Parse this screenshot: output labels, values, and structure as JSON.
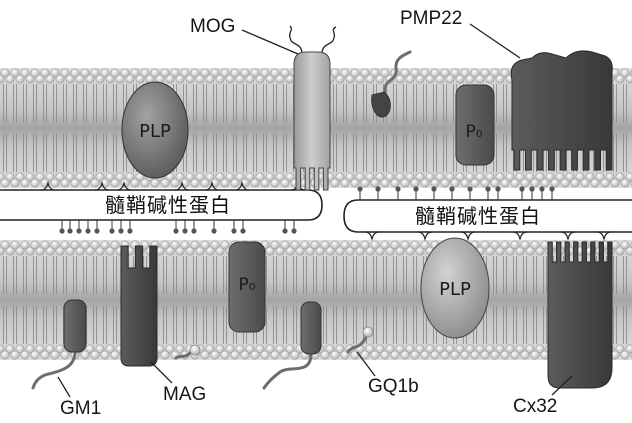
{
  "labels": {
    "mog": "MOG",
    "pmp22": "PMP22",
    "plp_top": "PLP",
    "p0_top": "P₀",
    "mbp_left": "髓鞘碱性蛋白",
    "mbp_right": "髓鞘碱性蛋白",
    "p0_bottom": "P₀",
    "plp_bottom": "PLP",
    "gm1": "GM1",
    "mag": "MAG",
    "gq1b": "GQ1b",
    "cx32": "Cx32"
  }
}
